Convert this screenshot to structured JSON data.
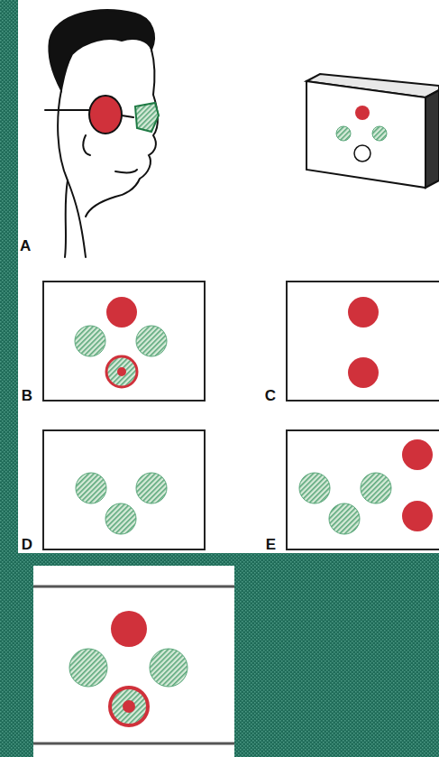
{
  "diagram": {
    "nodes": [
      {
        "text": [
          "B"
        ]
      },
      {
        "text": [
          "C"
        ]
      },
      {
        "text": [
          "D"
        ]
      },
      {
        "text": [
          "E"
        ]
      }
    ],
    "labels": [
      "A"
    ]
  }
}
